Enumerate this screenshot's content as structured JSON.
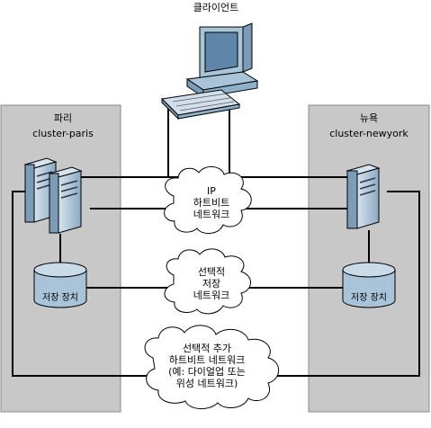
{
  "client": {
    "label": "클라이언트"
  },
  "sites": [
    {
      "city": "파리",
      "cluster": "cluster-paris",
      "storage": "저장 장치"
    },
    {
      "city": "뉴욕",
      "cluster": "cluster-newyork",
      "storage": "저장 장치"
    }
  ],
  "networks": [
    {
      "lines": [
        "IP",
        "하트비트",
        "네트워크"
      ]
    },
    {
      "lines": [
        "선택적",
        "저장",
        "네트워크"
      ]
    },
    {
      "lines": [
        "선택적 추가",
        "하트비트 네트워크",
        "(예: 다이얼업 또는",
        "위성 네트워크)"
      ]
    }
  ],
  "colors": {
    "site_fill": "#c8c8c8",
    "device_blue": "#a9c3d9",
    "device_dark": "#6f8ea8",
    "line": "#000000",
    "cloud_fill": "#ffffff"
  }
}
